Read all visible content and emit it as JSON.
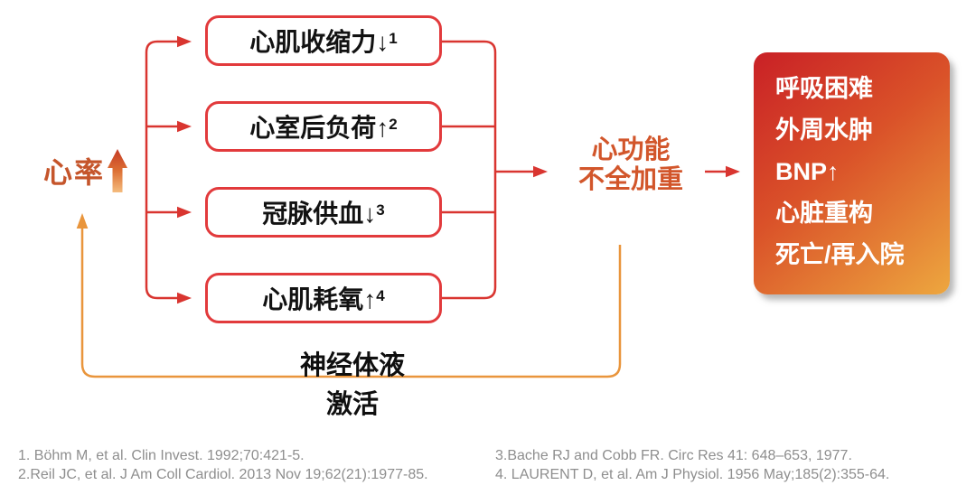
{
  "diagram": {
    "trigger": {
      "label": "心率"
    },
    "factor_boxes": [
      {
        "text": "心肌收缩力↓",
        "ref_sup": "1"
      },
      {
        "text": "心室后负荷↑",
        "ref_sup": "2"
      },
      {
        "text": "冠脉供血↓",
        "ref_sup": "3"
      },
      {
        "text": "心肌耗氧↑",
        "ref_sup": "4"
      }
    ],
    "outcome": {
      "line1": "心功能",
      "line2": "不全加重"
    },
    "consequences": {
      "items": [
        "呼吸困难",
        "外周水肿",
        "BNP↑",
        "心脏重构",
        "死亡/再入院"
      ]
    },
    "feedback_loop": {
      "line1": "神经体液",
      "line2": "激活"
    }
  },
  "references": {
    "left": [
      "1. Böhm M, et al. Clin Invest. 1992;70:421-5.",
      "2.Reil JC, et al. J Am Coll Cardiol. 2013 Nov 19;62(21):1977-85."
    ],
    "right": [
      "3.Bache RJ and Cobb FR. Circ Res 41: 648–653, 1977.",
      "4. LAURENT D, et al. Am J Physiol. 1956 May;185(2):355-64."
    ]
  },
  "colors": {
    "connector_red": "#D93530",
    "box_border_red": "#E23A3C",
    "feedback_loop_orange": "#E9953C",
    "trigger_text_orange": "#C5552B",
    "outcome_text_orange": "#D2562B",
    "panel_gradient_start": "#C92026",
    "panel_gradient_end": "#EDA73F",
    "panel_text": "#FFFFFF",
    "box_text": "#121212",
    "reference_gray": "#8E8E8E"
  }
}
